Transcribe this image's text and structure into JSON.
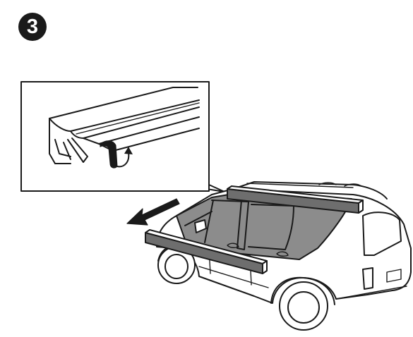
{
  "step": {
    "number": "3"
  },
  "palette": {
    "ink": "#1a1a1a",
    "window_tint": "#8c8c8c",
    "rail": "#6e6e6e",
    "background": "#ffffff"
  },
  "icons": {
    "arrow": "left-pointing-slide-arrow",
    "curl": "curved-up-arrow"
  }
}
